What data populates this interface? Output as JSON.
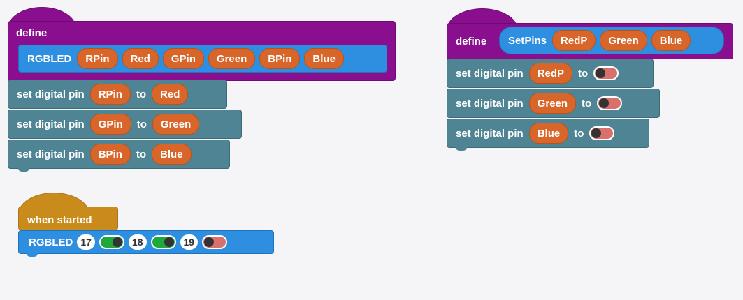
{
  "colors": {
    "define": "#8a0f8e",
    "call": "#2e8fe0",
    "command": "#4e8493",
    "param": "#d8662a",
    "event": "#c98b1c",
    "toggle_on": "#21a83a",
    "toggle_off": "#d9706b",
    "background": "#f5f5f8"
  },
  "rgbled_def": {
    "keyword": "define",
    "name": "RGBLED",
    "params": [
      "RPin",
      "Red",
      "GPin",
      "Green",
      "BPin",
      "Blue"
    ],
    "body": [
      {
        "text": "set digital pin",
        "pin": "RPin",
        "to": "to",
        "value": "Red"
      },
      {
        "text": "set digital pin",
        "pin": "GPin",
        "to": "to",
        "value": "Green"
      },
      {
        "text": "set digital pin",
        "pin": "BPin",
        "to": "to",
        "value": "Blue"
      }
    ]
  },
  "setpins_def": {
    "keyword": "define",
    "name": "SetPins",
    "params": [
      "RedP",
      "Green",
      "Blue"
    ],
    "body": [
      {
        "text": "set digital pin",
        "pin": "RedP",
        "to": "to",
        "state": "off"
      },
      {
        "text": "set digital pin",
        "pin": "Green",
        "to": "to",
        "state": "off"
      },
      {
        "text": "set digital pin",
        "pin": "Blue",
        "to": "to",
        "state": "off"
      }
    ]
  },
  "start_script": {
    "event": "when started",
    "call": "RGBLED",
    "args": [
      {
        "pin": "17",
        "state": "on"
      },
      {
        "pin": "18",
        "state": "on"
      },
      {
        "pin": "19",
        "state": "off"
      }
    ]
  }
}
